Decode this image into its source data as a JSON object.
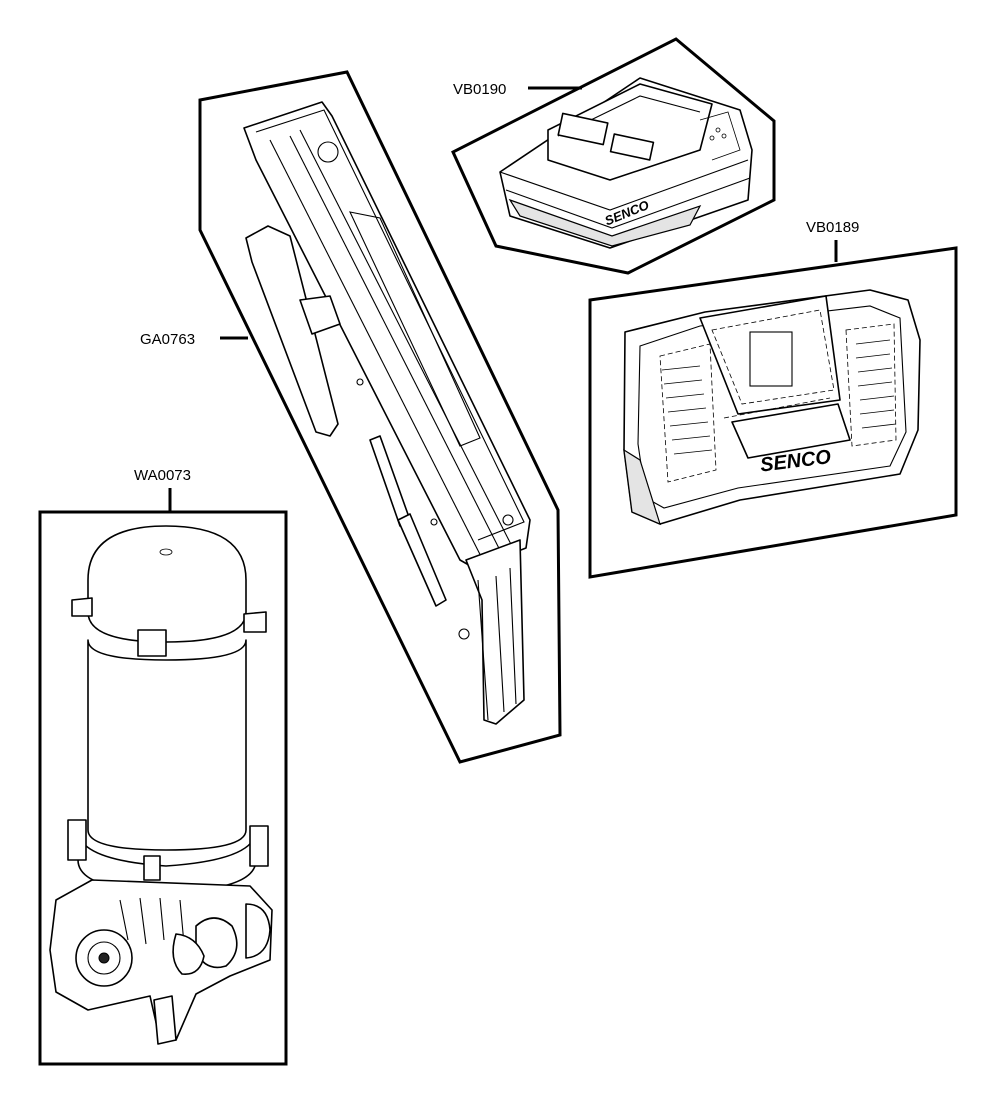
{
  "parts": [
    {
      "id": "battery",
      "code": "VB0190"
    },
    {
      "id": "charger",
      "code": "VB0189"
    },
    {
      "id": "magazine",
      "code": "GA0763"
    },
    {
      "id": "motor",
      "code": "WA0073"
    }
  ],
  "brand_marks": {
    "battery": "SENCO",
    "charger": "SENCO"
  },
  "colors": {
    "line": "#000000",
    "background": "#ffffff",
    "shade": "#e4e4e4"
  }
}
